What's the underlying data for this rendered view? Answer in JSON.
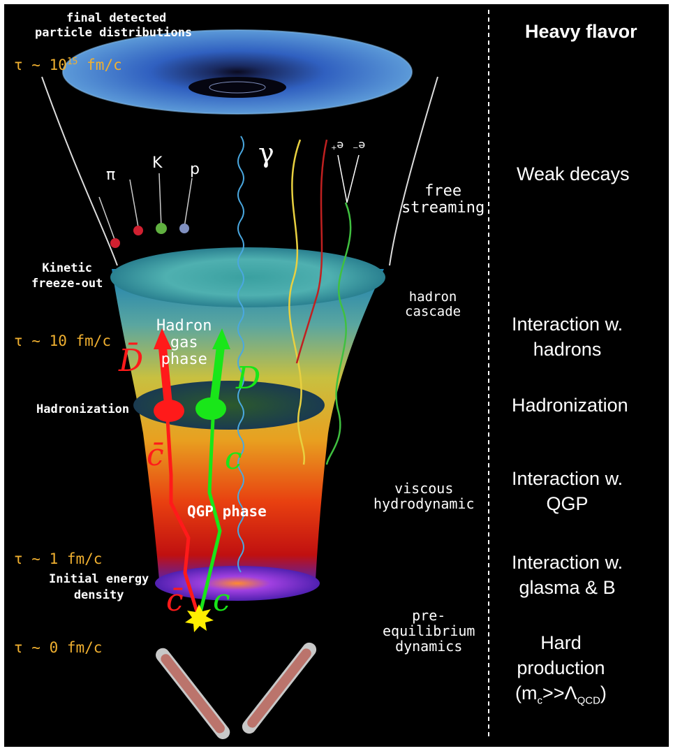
{
  "left": {
    "final_label_line1": "final detected",
    "final_label_line2": "particle  distributions",
    "tau_final": "τ ~ 10",
    "tau_final_exp": "15",
    "tau_final_unit": " fm/c",
    "kinetic_line1": "Kinetic",
    "kinetic_line2": "freeze-out",
    "tau_10": "τ ~ 10 fm/c",
    "hadronization": "Hadronization",
    "tau_1": "τ ~ 1 fm/c",
    "initial_line1": "Initial energy",
    "initial_line2": "density",
    "tau_0": "τ ~ 0 fm/c"
  },
  "center": {
    "hadron_gas_line1": "Hadron",
    "hadron_gas_line2": "gas",
    "hadron_gas_line3": "phase",
    "qgp_phase": "QGP  phase",
    "particles": [
      "π",
      "K",
      "p"
    ],
    "gamma": "γ",
    "ep": "e⁺",
    "em": "e⁻",
    "dbar": "D̄",
    "d": "D",
    "cbar_upper": "c̄",
    "c_upper": "c",
    "cbar_lower": "c̄",
    "c_lower": "c"
  },
  "middle": {
    "free_line1": "free",
    "free_line2": "streaming",
    "cascade_line1": "hadron",
    "cascade_line2": "cascade",
    "viscous_line1": "viscous",
    "viscous_line2": "hydrodynamic",
    "pre_line1": "pre-",
    "pre_line2": "equilibrium",
    "pre_line3": "dynamics"
  },
  "right": {
    "header": "Heavy flavor",
    "weak_decays": "Weak decays",
    "int_hadrons_line1": "Interaction w.",
    "int_hadrons_line2": "hadrons",
    "hadronization": "Hadronization",
    "int_qgp_line1": "Interaction w.",
    "int_qgp_line2": "QGP",
    "int_glasma_line1": "Interaction w.",
    "int_glasma_line2": "glasma & B",
    "hard_line1": "Hard",
    "hard_line2": "production",
    "hard_line3_pre": "(m",
    "hard_line3_sub1": "c",
    "hard_line3_mid": ">>Λ",
    "hard_line3_sub2": "QCD",
    "hard_line3_post": ")"
  },
  "colors": {
    "background": "#000000",
    "tau_gold": "#f0b030",
    "charm_anti": "#ff1a1a",
    "charm": "#19e619",
    "star": "#ffee00"
  }
}
